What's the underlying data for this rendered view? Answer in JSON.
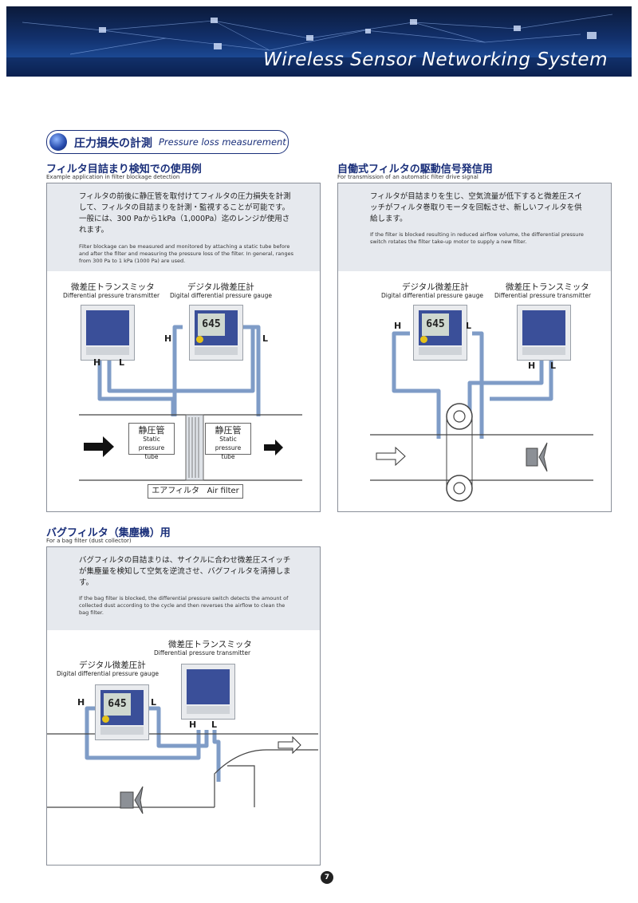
{
  "banner": {
    "title": "Wireless Sensor Networking System"
  },
  "section": {
    "title_jp": "圧力損失の計測",
    "title_en": "Pressure loss measurement"
  },
  "filter_blockage": {
    "heading_jp": "フィルタ目詰まり検知での使用例",
    "heading_en": "Example application in filter blockage detection",
    "desc_jp": "フィルタの前後に静圧管を取付けてフィルタの圧力損失を計測して、フィルタの目詰まりを計測・監視することが可能です。一般には、300 Paから1kPa（1,000Pa）迄のレンジが使用されます。",
    "desc_en": "Filter blockage can be measured and monitored by attaching a static tube before and after the filter and measuring the pressure loss of the filter. In general, ranges from 300 Pa to 1 kPa (1000 Pa) are used.",
    "transmitter_jp": "微差圧トランスミッタ",
    "transmitter_en": "Differential pressure transmitter",
    "gauge_jp": "デジタル微差圧計",
    "gauge_en": "Digital differential pressure gauge",
    "static_tube_jp": "静圧管",
    "static_tube_en_1": "Static pressure",
    "static_tube_en_2": "tube",
    "air_filter_jp": "エアフィルタ",
    "air_filter_en": "Air filter"
  },
  "filter_drive": {
    "heading_jp": "自働式フィルタの駆動信号発信用",
    "heading_en": "For transmission of an automatic filter drive signal",
    "desc_jp": "フィルタが目詰まりを生じ、空気流量が低下すると微差圧スイッチがフィルタ巻取りモータを回転させ、新しいフィルタを供給します。",
    "desc_en": "If the filter is blocked resulting in reduced airflow volume, the differential pressure switch rotates the filter take-up motor to supply a new filter.",
    "gauge_jp": "デジタル微差圧計",
    "gauge_en": "Digital differential pressure gauge",
    "transmitter_jp": "微差圧トランスミッタ",
    "transmitter_en": "Differential pressure transmitter"
  },
  "bag_filter": {
    "heading_jp": "バグフィルタ（集塵機）用",
    "heading_en": "For a bag filter (dust collector)",
    "desc_jp": "バグフィルタの目詰まりは、サイクルに合わせ微差圧スイッチが集塵量を検知して空気を逆流させ、バグフィルタを清掃します。",
    "desc_en": "If the bag filter is blocked, the differential pressure switch detects the amount of collected dust according to the cycle and then reverses the airflow to clean the bag filter.",
    "transmitter_jp": "微差圧トランスミッタ",
    "transmitter_en": "Differential pressure transmitter",
    "gauge_jp": "デジタル微差圧計",
    "gauge_en": "Digital differential pressure gauge"
  },
  "ports": {
    "h": "H",
    "l": "L"
  },
  "gauge_reading": "645",
  "page_number": "7"
}
